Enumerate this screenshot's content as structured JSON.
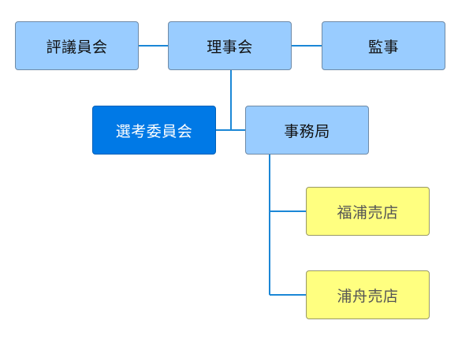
{
  "org_chart": {
    "nodes": {
      "hyogiinkai": {
        "label": "評議員会"
      },
      "rijikai": {
        "label": "理事会"
      },
      "kanji": {
        "label": "監事"
      },
      "senko": {
        "label": "選考委員会"
      },
      "jimukyoku": {
        "label": "事務局"
      },
      "fukuura": {
        "label": "福浦売店"
      },
      "urafune": {
        "label": "浦舟売店"
      }
    },
    "edges": [
      [
        "hyogiinkai",
        "rijikai"
      ],
      [
        "rijikai",
        "kanji"
      ],
      [
        "rijikai",
        "senko"
      ],
      [
        "rijikai",
        "jimukyoku"
      ],
      [
        "jimukyoku",
        "fukuura"
      ],
      [
        "jimukyoku",
        "urafune"
      ]
    ],
    "selected_node": "senko",
    "colors": {
      "node_fill": "#99ccff",
      "selected_fill": "#0079e6",
      "store_fill": "#ffff80",
      "connector": "#1b87d6"
    }
  }
}
